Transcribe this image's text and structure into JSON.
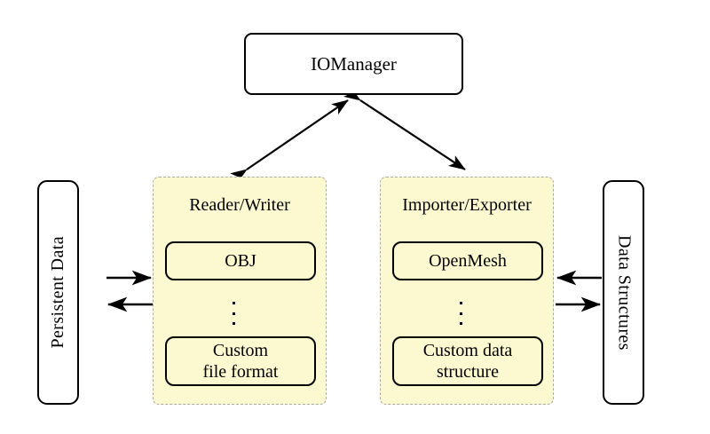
{
  "diagram": {
    "title_node": {
      "label": "IOManager"
    },
    "left_store": {
      "label": "Persistent Data",
      "orientation": "vertical-bottom-to-top"
    },
    "right_store": {
      "label": "Data Structures",
      "orientation": "vertical-top-to-bottom"
    },
    "groups": [
      {
        "id": "reader-writer",
        "title": "Reader/Writer",
        "items": [
          {
            "label": "OBJ"
          },
          {
            "label": "Custom\nfile format",
            "line1": "Custom",
            "line2": "file format"
          }
        ],
        "ellipsis": "⋮"
      },
      {
        "id": "importer-exporter",
        "title": "Importer/Exporter",
        "items": [
          {
            "label": "OpenMesh"
          },
          {
            "label": "Custom data\nstructure",
            "line1": "Custom data",
            "line2": "structure"
          }
        ],
        "ellipsis": "⋮"
      }
    ],
    "connectors": [
      {
        "id": "manager-to-reader-writer",
        "style": "double-headed",
        "from": "IOManager",
        "to": "Reader/Writer"
      },
      {
        "id": "manager-to-importer-exporter",
        "style": "double-headed",
        "from": "IOManager",
        "to": "Importer/Exporter"
      },
      {
        "id": "persistent-data-to-reader-writer",
        "style": "single-headed",
        "direction": "right"
      },
      {
        "id": "reader-writer-to-persistent-data",
        "style": "single-headed",
        "direction": "left"
      },
      {
        "id": "data-structures-to-importer-exporter",
        "style": "single-headed",
        "direction": "left"
      },
      {
        "id": "importer-exporter-to-data-structures",
        "style": "single-headed",
        "direction": "right"
      }
    ]
  },
  "colors": {
    "group_fill": "#fcf8cf",
    "group_border": "#a9a9a9",
    "node_border": "#000000",
    "background": "#ffffff"
  }
}
